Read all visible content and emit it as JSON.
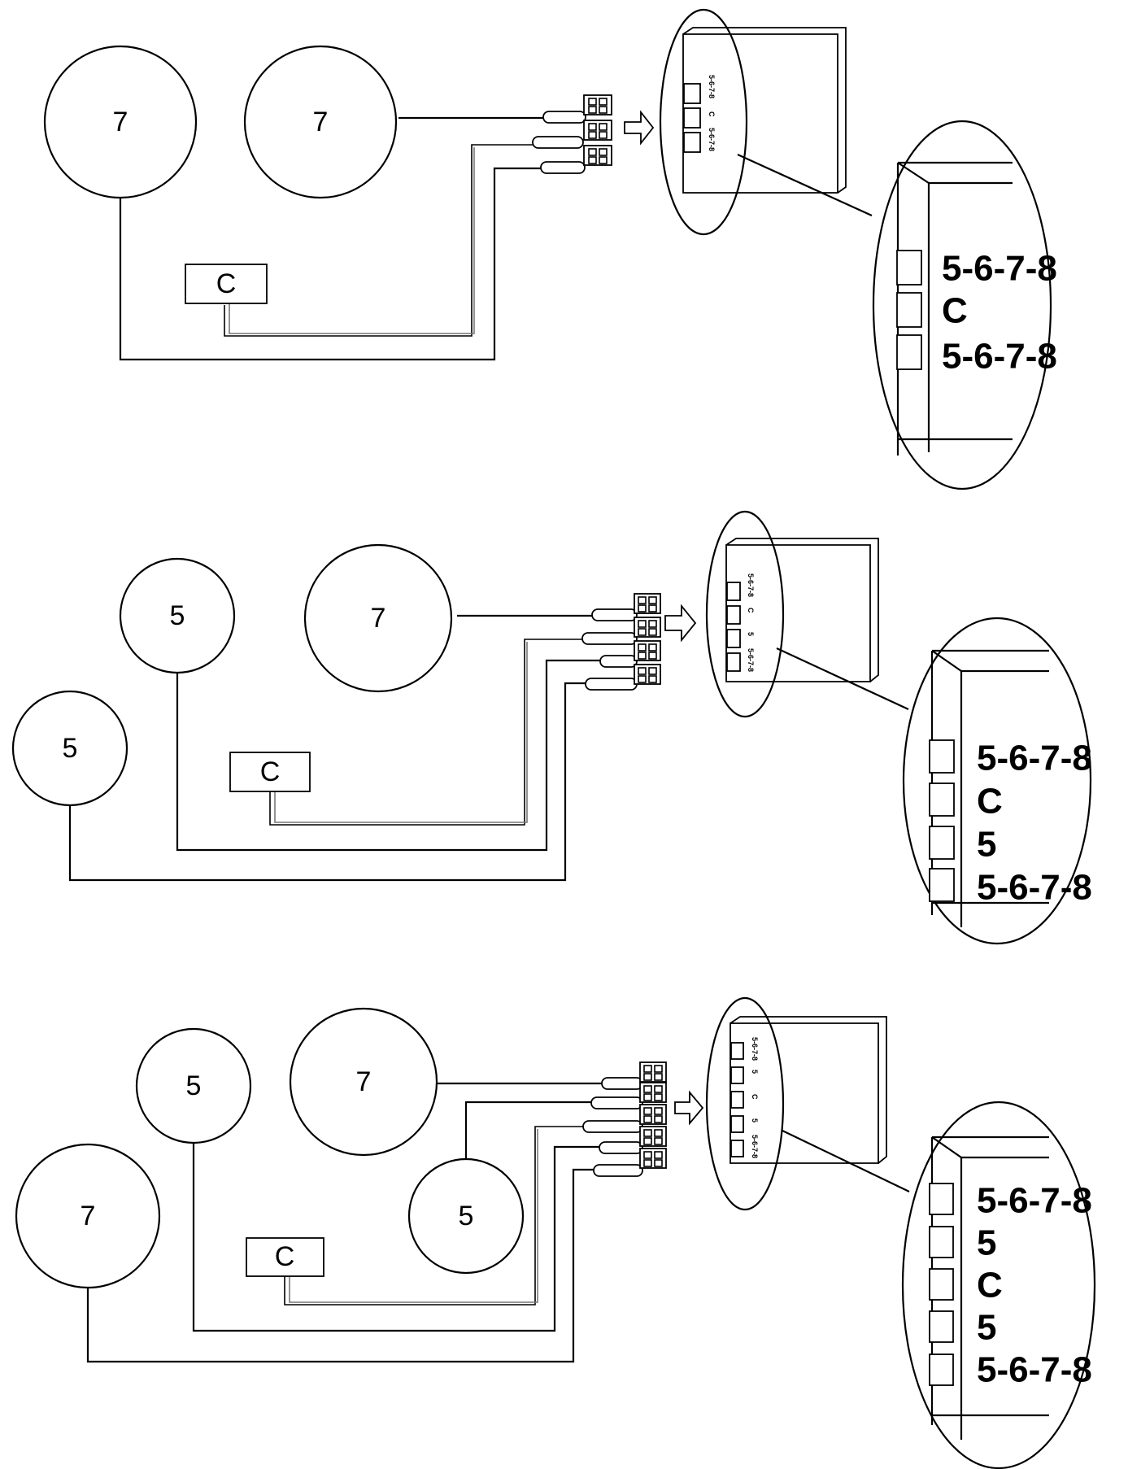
{
  "panels": [
    {
      "circles": [
        "7",
        "7"
      ],
      "control_box": "C",
      "panel_labels": [
        "5-6-7-8",
        "C",
        "5-6-7-8"
      ],
      "zoom_labels": [
        "5-6-7-8",
        "C",
        "5-6-7-8"
      ]
    },
    {
      "circles": [
        "5",
        "7",
        "5"
      ],
      "control_box": "C",
      "panel_labels": [
        "5-6-7-8",
        "C",
        "5",
        "5-6-7-8"
      ],
      "zoom_labels": [
        "5-6-7-8",
        "C",
        "5",
        "5-6-7-8"
      ]
    },
    {
      "circles": [
        "5",
        "7",
        "7",
        "5"
      ],
      "control_box": "C",
      "panel_labels": [
        "5-6-7-8",
        "5",
        "C",
        "5",
        "5-6-7-8"
      ],
      "zoom_labels": [
        "5-6-7-8",
        "5",
        "C",
        "5",
        "5-6-7-8"
      ]
    }
  ],
  "colors": {
    "ink": "#000000",
    "paper": "#ffffff",
    "wire_gray": "#777777"
  }
}
